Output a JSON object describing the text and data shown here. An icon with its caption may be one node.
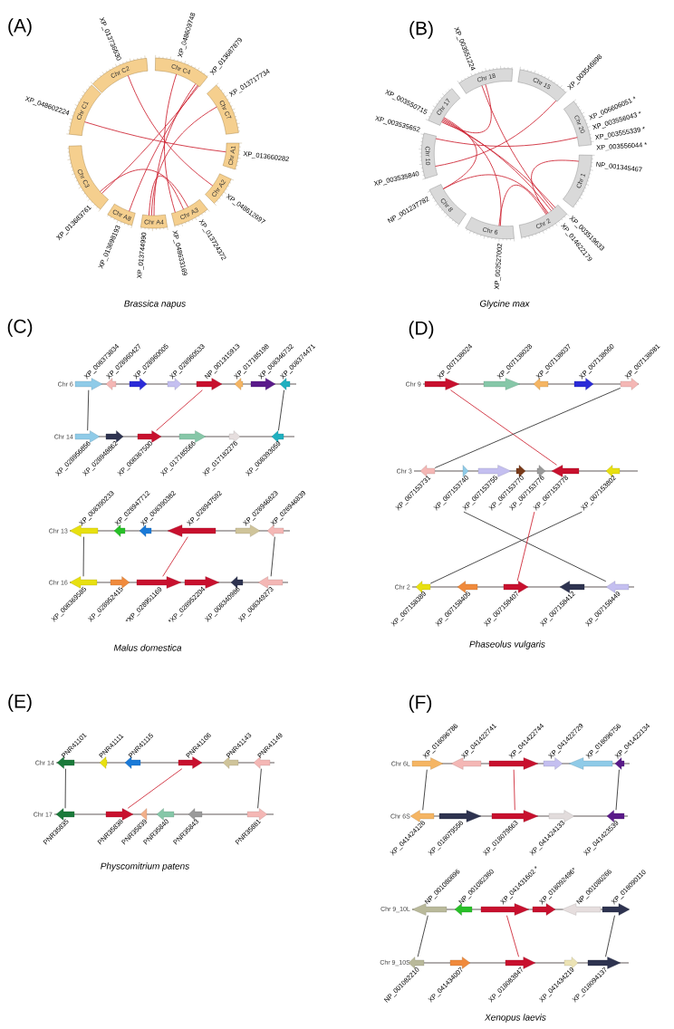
{
  "diagram": {
    "nodes": [
      {
        "text": [
          "Chr C2"
        ],
        "beside": [
          "XP_013736630"
        ]
      },
      {
        "text": [
          "Chr C4"
        ],
        "beside": [
          "XP_048609748",
          "XP_013687879"
        ]
      },
      {
        "text": [
          "Chr C7"
        ],
        "beside": [
          "XP_013717734"
        ]
      },
      {
        "text": [
          "Chr A1"
        ],
        "beside": [
          "XP_013660282"
        ]
      },
      {
        "text": [
          "Chr A2"
        ],
        "beside": [
          "XP_048612697"
        ]
      },
      {
        "text": [
          "Chr A3"
        ],
        "beside": [
          "XP_013724372",
          "XP_048633169"
        ]
      },
      {
        "text": [
          "Chr A4"
        ],
        "beside": [
          "XP_013744990"
        ]
      },
      {
        "text": [
          "Chr A8"
        ],
        "beside": [
          "XP_013698193"
        ]
      },
      {
        "text": [
          "Chr C3"
        ],
        "beside": [
          "XP_013683761"
        ]
      },
      {
        "text": [
          "Chr C1"
        ],
        "beside": [
          "XP_048602224"
        ]
      },
      {
        "text": [
          "Chr 18"
        ],
        "beside": [
          "XP_003551224"
        ]
      },
      {
        "text": [
          "Chr 15"
        ],
        "beside": [
          "XP_003546898"
        ]
      },
      {
        "text": [
          "Chr 20"
        ],
        "beside": [
          "XP_006606051 *",
          "XP_003556043 *",
          "XP_003555339 *",
          "XP_003556044 *"
        ]
      },
      {
        "text": [
          "Chr 1"
        ],
        "beside": [
          "NP_001345467"
        ]
      },
      {
        "text": [
          "Chr 2"
        ],
        "beside": [
          "XP_003519633",
          "XP_014622179"
        ]
      },
      {
        "text": [
          "Chr 6"
        ],
        "beside": [
          "XP_003527002"
        ]
      },
      {
        "text": [
          "Chr 8"
        ],
        "beside": [
          "NP_001237782"
        ]
      },
      {
        "text": [
          "Chr 10"
        ],
        "beside": [
          "XP_003535840",
          "XP_003535652"
        ]
      },
      {
        "text": [
          "Chr 17"
        ],
        "beside": [
          "XP_003550715"
        ]
      },
      {
        "text": [
          "XP_008373834"
        ]
      },
      {
        "text": [
          "XP_028960427"
        ]
      },
      {
        "text": [
          "XP_028960005"
        ]
      },
      {
        "text": [
          "XP_028960533"
        ]
      },
      {
        "text": [
          "NP_001315913"
        ]
      },
      {
        "text": [
          "XP_017185198"
        ]
      },
      {
        "text": [
          "XP_008346732"
        ]
      },
      {
        "text": [
          "XP_008374471"
        ]
      },
      {
        "text": [
          "XP_028956856"
        ]
      },
      {
        "text": [
          "XP_028948862"
        ]
      },
      {
        "text": [
          "XP_008367500"
        ]
      },
      {
        "text": [
          "XP_017185566"
        ]
      },
      {
        "text": [
          "XP_017182276"
        ]
      },
      {
        "text": [
          "XP_008393059"
        ]
      },
      {
        "text": [
          "XP_008390233"
        ]
      },
      {
        "text": [
          "XP_028947712"
        ]
      },
      {
        "text": [
          "XP_008390382"
        ]
      },
      {
        "text": [
          "XP_028947592"
        ]
      },
      {
        "text": [
          "XP_028946823"
        ]
      },
      {
        "text": [
          "XP_028946839"
        ]
      },
      {
        "text": [
          "XP_008369585"
        ]
      },
      {
        "text": [
          "XP_028952415"
        ]
      },
      {
        "text": [
          "*XP_028951169"
        ]
      },
      {
        "text": [
          "*XP_028952204"
        ]
      },
      {
        "text": [
          "XP_008340986"
        ]
      },
      {
        "text": [
          "XP_008349273"
        ]
      },
      {
        "text": [
          "XP_007138024"
        ]
      },
      {
        "text": [
          "XP_007138028"
        ]
      },
      {
        "text": [
          "XP_007138037"
        ]
      },
      {
        "text": [
          "XP_007138060"
        ]
      },
      {
        "text": [
          "XP_007138081"
        ]
      },
      {
        "text": [
          "XP_007153731"
        ]
      },
      {
        "text": [
          "XP_007153740"
        ]
      },
      {
        "text": [
          "XP_007153755"
        ]
      },
      {
        "text": [
          "XP_007153770"
        ]
      },
      {
        "text": [
          "XP_007153776"
        ]
      },
      {
        "text": [
          "XP_007153778"
        ]
      },
      {
        "text": [
          "XP_007153802"
        ]
      },
      {
        "text": [
          "XP_007158389"
        ]
      },
      {
        "text": [
          "XP_007158405"
        ]
      },
      {
        "text": [
          "XP_007158407"
        ]
      },
      {
        "text": [
          "XP_007158412"
        ]
      },
      {
        "text": [
          "XP_007158449"
        ]
      },
      {
        "text": [
          "PNR41101"
        ]
      },
      {
        "text": [
          "PNR41111"
        ]
      },
      {
        "text": [
          "PNR41115"
        ]
      },
      {
        "text": [
          "PNR41106"
        ]
      },
      {
        "text": [
          "PNR41143"
        ]
      },
      {
        "text": [
          "PNR41149"
        ]
      },
      {
        "text": [
          "PNR35835"
        ]
      },
      {
        "text": [
          "PNR35838"
        ]
      },
      {
        "text": [
          "PNR35839"
        ]
      },
      {
        "text": [
          "PNR35840"
        ]
      },
      {
        "text": [
          "PNR35843"
        ]
      },
      {
        "text": [
          "PNR35881"
        ]
      },
      {
        "text": [
          "XP_018096786"
        ]
      },
      {
        "text": [
          "XP_041422741"
        ]
      },
      {
        "text": [
          "XP_041422744"
        ]
      },
      {
        "text": [
          "XP_041422729"
        ]
      },
      {
        "text": [
          "XP_018096756"
        ]
      },
      {
        "text": [
          "XP_041422134"
        ]
      },
      {
        "text": [
          "XP_041424126"
        ]
      },
      {
        "text": [
          "XP_018079556"
        ]
      },
      {
        "text": [
          "XP_018079663"
        ]
      },
      {
        "text": [
          "XP_041424133"
        ]
      },
      {
        "text": [
          "XP_041423539"
        ]
      },
      {
        "text": [
          "NP_001080896"
        ]
      },
      {
        "text": [
          "NP_001082360"
        ]
      },
      {
        "text": [
          "XP_041431602 *"
        ]
      },
      {
        "text": [
          "XP_018092496*"
        ]
      },
      {
        "text": [
          "NP_001080266"
        ]
      },
      {
        "text": [
          "XP_018090110"
        ]
      },
      {
        "text": [
          "NP_001082210"
        ]
      },
      {
        "text": [
          "XP_041434007"
        ]
      },
      {
        "text": [
          "XP_018083847"
        ]
      },
      {
        "text": [
          "XP_041434219"
        ]
      },
      {
        "text": [
          "XP_018094137"
        ]
      },
      {
        "text": [
          "Chr 6"
        ]
      },
      {
        "text": [
          "Chr 14"
        ]
      },
      {
        "text": [
          "Chr 13"
        ]
      },
      {
        "text": [
          "Chr 16"
        ]
      },
      {
        "text": [
          "Chr 9"
        ]
      },
      {
        "text": [
          "Chr 3"
        ]
      },
      {
        "text": [
          "Chr 2"
        ]
      },
      {
        "text": [
          "Chr 14"
        ]
      },
      {
        "text": [
          "Chr 17"
        ]
      },
      {
        "text": [
          "Chr 6L"
        ]
      },
      {
        "text": [
          "Chr 6S"
        ]
      },
      {
        "text": [
          "Chr 9_10L"
        ]
      },
      {
        "text": [
          "Chr 9_10S"
        ]
      }
    ],
    "edges": [
      {
        "from": 0,
        "to": 4,
        "arrow": "none"
      },
      {
        "from": 1,
        "to": 5,
        "arrow": "none"
      },
      {
        "from": 1,
        "to": 8,
        "arrow": "none"
      },
      {
        "from": 1,
        "to": 7,
        "arrow": "none"
      },
      {
        "from": 1,
        "to": 6,
        "arrow": "none"
      },
      {
        "from": 2,
        "to": 6,
        "arrow": "none"
      },
      {
        "from": 9,
        "to": 3,
        "arrow": "none"
      },
      {
        "from": 8,
        "to": 5,
        "arrow": "none"
      },
      {
        "from": 6,
        "to": 5,
        "arrow": "none"
      },
      {
        "from": 10,
        "to": 14,
        "arrow": "none"
      },
      {
        "from": 10,
        "to": 18,
        "arrow": "none"
      },
      {
        "from": 18,
        "to": 14,
        "arrow": "none"
      },
      {
        "from": 18,
        "to": 14,
        "arrow": "none"
      },
      {
        "from": 18,
        "to": 15,
        "arrow": "none"
      },
      {
        "from": 18,
        "to": 16,
        "arrow": "none"
      },
      {
        "from": 17,
        "to": 12,
        "arrow": "none"
      },
      {
        "from": 17,
        "to": 11,
        "arrow": "none"
      },
      {
        "from": 16,
        "to": 14,
        "arrow": "none"
      },
      {
        "from": 15,
        "to": 14,
        "arrow": "none"
      },
      {
        "from": 13,
        "to": 14,
        "arrow": "none"
      },
      {
        "from": 19,
        "to": 27,
        "arrow": "none",
        "color": "#2b2b2b"
      },
      {
        "from": 23,
        "to": 29,
        "arrow": "none"
      },
      {
        "from": 26,
        "to": 32,
        "arrow": "none",
        "color": "#2b2b2b"
      },
      {
        "from": 33,
        "to": 39,
        "arrow": "none",
        "color": "#2b2b2b"
      },
      {
        "from": 36,
        "to": 41,
        "arrow": "none"
      },
      {
        "from": 38,
        "to": 44,
        "arrow": "none",
        "color": "#2b2b2b"
      },
      {
        "from": 45,
        "to": 55,
        "arrow": "none"
      },
      {
        "from": 49,
        "to": 50,
        "arrow": "none",
        "color": "#2b2b2b"
      },
      {
        "from": 52,
        "to": 61,
        "arrow": "none",
        "color": "#2b2b2b"
      },
      {
        "from": 56,
        "to": 57,
        "arrow": "none",
        "color": "#2b2b2b"
      },
      {
        "from": 55,
        "to": 59,
        "arrow": "none"
      },
      {
        "from": 62,
        "to": 68,
        "arrow": "none",
        "color": "#2b2b2b"
      },
      {
        "from": 65,
        "to": 69,
        "arrow": "none"
      },
      {
        "from": 67,
        "to": 73,
        "arrow": "none",
        "color": "#2b2b2b"
      },
      {
        "from": 74,
        "to": 80,
        "arrow": "none",
        "color": "#2b2b2b"
      },
      {
        "from": 76,
        "to": 82,
        "arrow": "none"
      },
      {
        "from": 79,
        "to": 84,
        "arrow": "none",
        "color": "#2b2b2b"
      },
      {
        "from": 85,
        "to": 91,
        "arrow": "none",
        "color": "#2b2b2b"
      },
      {
        "from": 87,
        "to": 93,
        "arrow": "none"
      },
      {
        "from": 90,
        "to": 95,
        "arrow": "none",
        "color": "#2b2b2b"
      }
    ],
    "labels": [
      "(A)",
      "Brassica napus",
      "(B)",
      "Glycine max",
      "(C)",
      "Malus domestica",
      "(D)",
      "Phaseolus vulgaris",
      "(E)",
      "Physcomitrium patens",
      "(F)",
      "Xenopus laevis"
    ]
  }
}
